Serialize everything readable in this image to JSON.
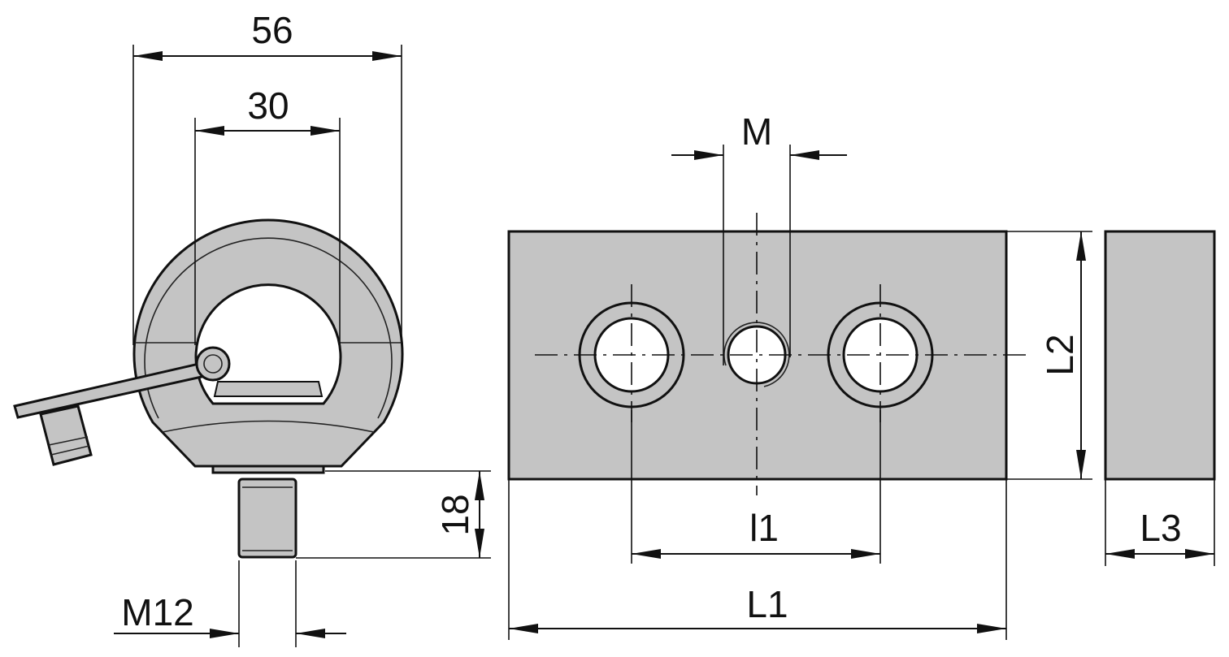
{
  "dimensions": {
    "eye_outer": "56",
    "eye_inner": "30",
    "thread_length": "18",
    "thread_size": "M12",
    "hole_thread": "M",
    "hole_spacing": "l1",
    "block_length": "L1",
    "block_height": "L2",
    "block_depth": "L3"
  },
  "colors": {
    "part_fill": "#c4c4c4",
    "line": "#111111",
    "background": "#ffffff"
  }
}
